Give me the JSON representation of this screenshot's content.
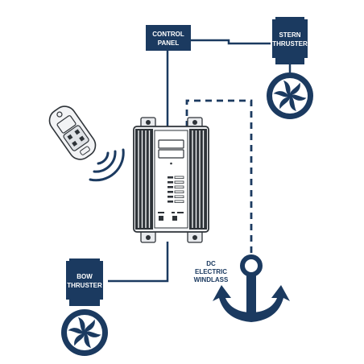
{
  "colors": {
    "navy": "#1b3a60",
    "device_body": "#eef0f2",
    "device_outline": "#3a3f45",
    "background": "#ffffff"
  },
  "labels": {
    "control_panel": [
      "CONTROL",
      "PANEL"
    ],
    "stern_thruster": [
      "STERN",
      "THRUSTER"
    ],
    "bow_thruster": [
      "BOW",
      "THRUSTER"
    ],
    "windlass": [
      "DC",
      "ELECTRIC",
      "WINDLASS"
    ]
  },
  "icons": [
    "remote-control-icon",
    "wireless-signal-icon",
    "propeller-icon",
    "anchor-icon"
  ]
}
